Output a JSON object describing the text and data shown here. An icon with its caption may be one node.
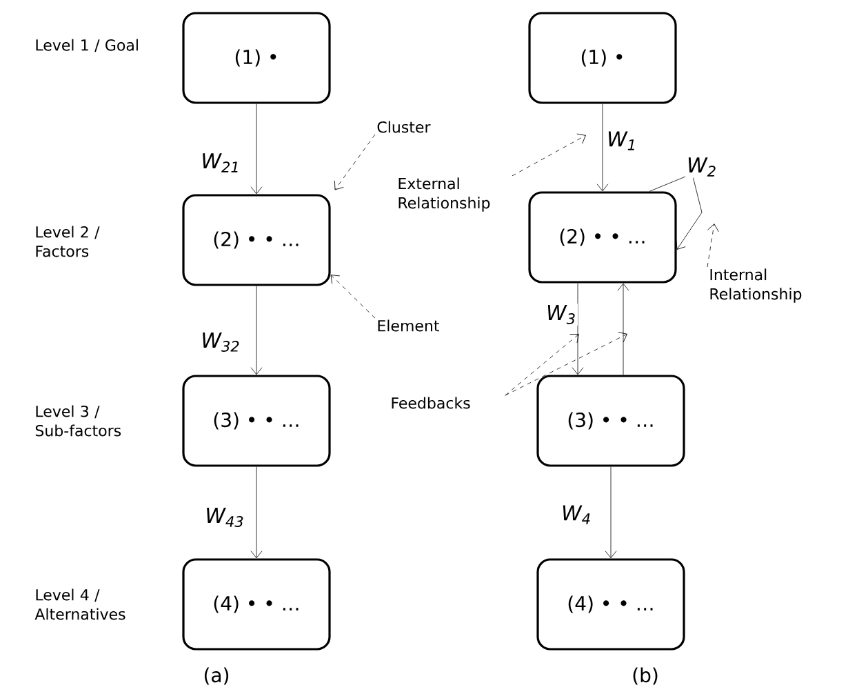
{
  "diagram": {
    "nodes": [
      {
        "text": [
          "(1) •"
        ]
      },
      {
        "text": [
          "(2) • • …"
        ]
      },
      {
        "text": [
          "(3) • • …"
        ]
      },
      {
        "text": [
          "(4) • • …"
        ]
      },
      {
        "text": [
          "(1) •"
        ]
      },
      {
        "text": [
          "(2) • • …"
        ]
      },
      {
        "text": [
          "(3) • • …"
        ]
      },
      {
        "text": [
          "(4) • • …"
        ]
      },
      {
        "text": [
          "Cluster"
        ]
      },
      {
        "text": [
          "Element"
        ]
      },
      {
        "text": [
          "External Relationship"
        ]
      },
      {
        "text": [
          "Internal Relationship"
        ]
      },
      {
        "text": [
          "Feedbacks"
        ]
      }
    ],
    "edges": [
      {
        "from": 0,
        "to": 1,
        "arrow": "to",
        "label": "W$_{21}$"
      },
      {
        "from": 1,
        "to": 2,
        "arrow": "to",
        "label": "W$_{32}$"
      },
      {
        "from": 2,
        "to": 3,
        "arrow": "to",
        "label": "W$_{43}$"
      },
      {
        "from": 4,
        "to": 5,
        "arrow": "to",
        "label": "W$_{1}$"
      },
      {
        "from": 5,
        "to": 5,
        "arrow": "to",
        "label": "W$_{2}$"
      },
      {
        "from": 5,
        "to": 6,
        "arrow": "to",
        "label": "W$_{3}$"
      },
      {
        "from": 6,
        "to": 5,
        "arrow": "to"
      },
      {
        "from": 6,
        "to": 7,
        "arrow": "to",
        "label": "W$_{4}$"
      },
      {
        "from": 8,
        "to": 1,
        "arrow": "to",
        "style": "dashed"
      },
      {
        "from": 9,
        "to": 1,
        "arrow": "to",
        "style": "dashed"
      },
      {
        "from": 10,
        "to": null,
        "arrow": "to",
        "style": "dashed"
      },
      {
        "from": 11,
        "to": null,
        "arrow": "to",
        "style": "dashed"
      },
      {
        "from": 12,
        "to": null,
        "arrow": "to",
        "style": "dashed"
      },
      {
        "from": 12,
        "to": null,
        "arrow": "to",
        "style": "dashed"
      }
    ],
    "labels": [
      "Level 1 / Goal",
      "Level 2 / Factors",
      "Level 3 / Sub-factors",
      "Level 4 / Alternatives",
      "(a)",
      "(b)"
    ]
  }
}
